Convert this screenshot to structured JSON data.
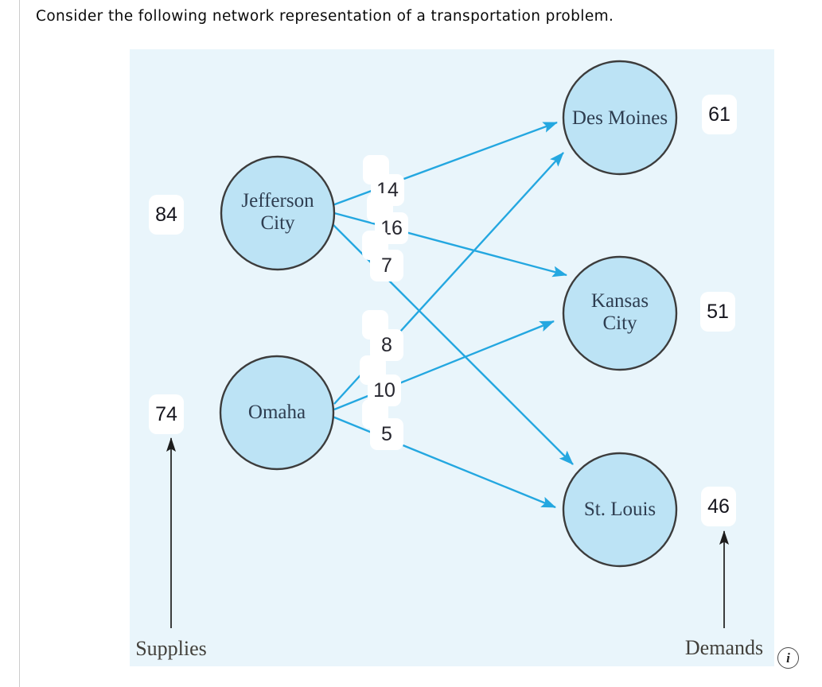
{
  "title": "Consider the following network representation of a transportation problem.",
  "nodes": {
    "jefferson_city": {
      "label_line1": "Jefferson",
      "label_line2": "City",
      "supply": "84"
    },
    "omaha": {
      "label": "Omaha",
      "supply": "74"
    },
    "des_moines": {
      "label": "Des Moines",
      "demand": "61"
    },
    "kansas_city": {
      "label_line1": "Kansas",
      "label_line2": "City",
      "demand": "51"
    },
    "st_louis": {
      "label": "St. Louis",
      "demand": "46"
    }
  },
  "arcs": [
    {
      "from": "Jefferson City",
      "to": "Des Moines",
      "cost": "14"
    },
    {
      "from": "Jefferson City",
      "to": "Kansas City",
      "cost": "16"
    },
    {
      "from": "Jefferson City",
      "to": "St. Louis",
      "cost": "7"
    },
    {
      "from": "Omaha",
      "to": "Des Moines",
      "cost": "8"
    },
    {
      "from": "Omaha",
      "to": "Kansas City",
      "cost": "10"
    },
    {
      "from": "Omaha",
      "to": "St. Louis",
      "cost": "5"
    }
  ],
  "captions": {
    "supplies": "Supplies",
    "demands": "Demands"
  },
  "info": {
    "glyph": "i"
  },
  "colors": {
    "diagram_bg": "#e9f5fb",
    "node_fill": "#bce3f5",
    "node_stroke": "#3c3c3c",
    "arc": "#24a7e0",
    "node_text": "#2e3d50",
    "caption_text": "#42403b",
    "black_arrow": "#1d1d1d"
  }
}
